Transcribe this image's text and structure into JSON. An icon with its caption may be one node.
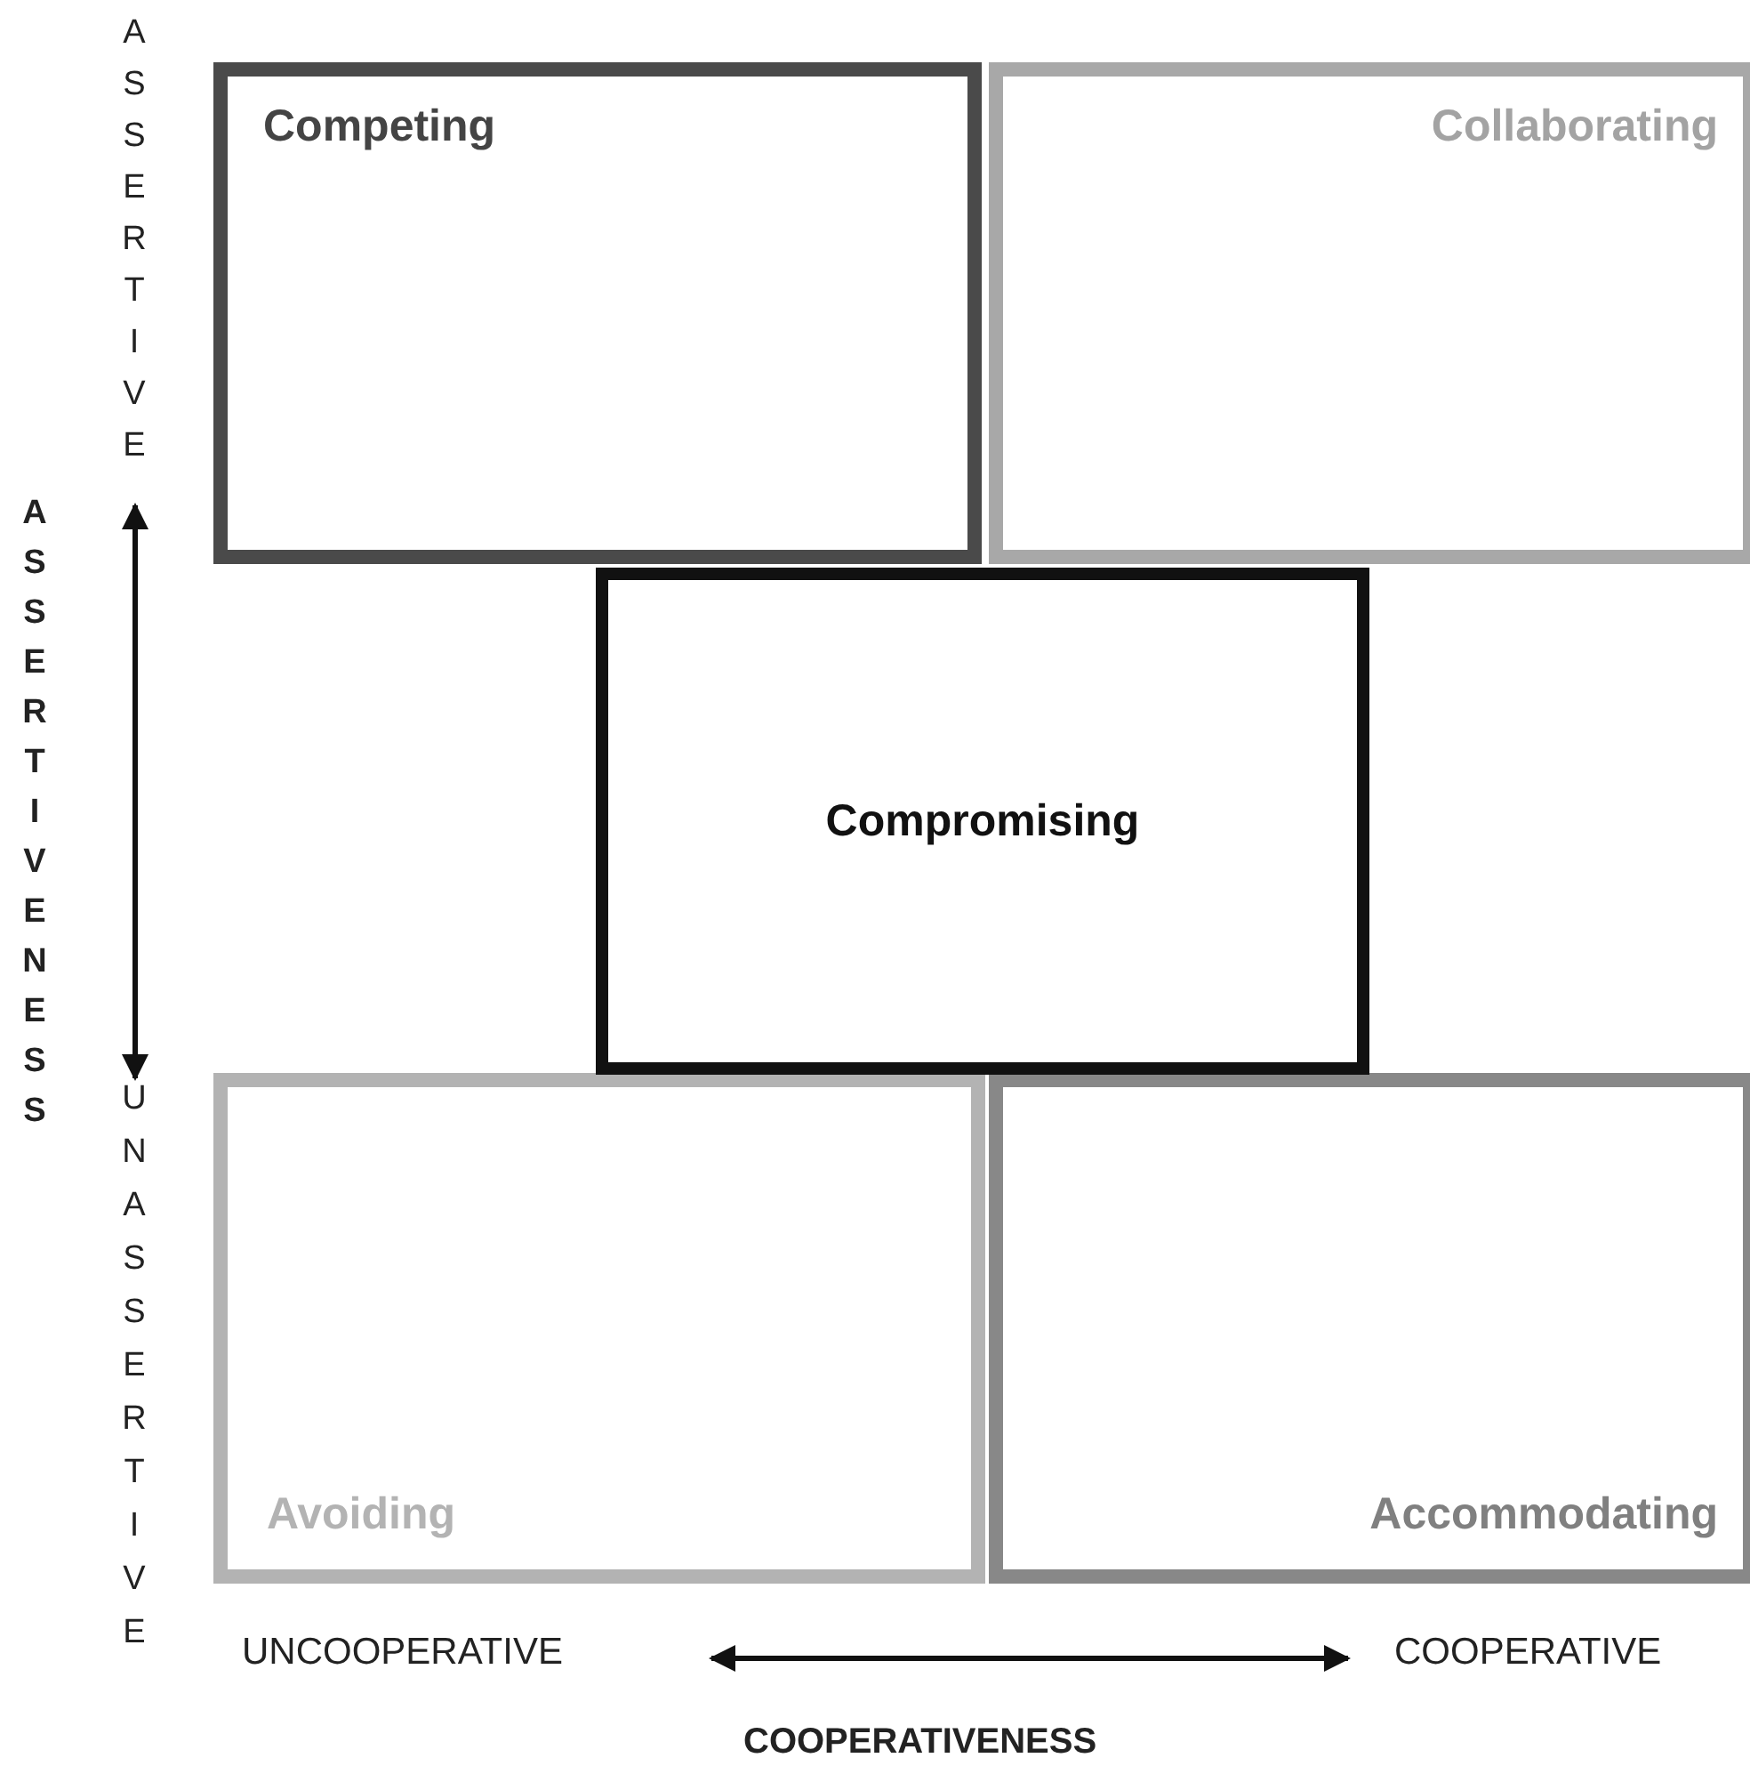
{
  "diagram": {
    "nodes": [
      {
        "text": [
          "Competing"
        ]
      },
      {
        "text": [
          "Collaborating"
        ]
      },
      {
        "text": [
          "Compromising"
        ]
      },
      {
        "text": [
          "Avoiding"
        ]
      },
      {
        "text": [
          "Accommodating"
        ]
      }
    ],
    "labels": [
      "ASSERTIVE",
      "ASSERTIVENESS",
      "UNASSERTIVE",
      "UNCOOPERATIVE",
      "COOPERATIVE",
      "COOPERATIVENESS"
    ]
  }
}
